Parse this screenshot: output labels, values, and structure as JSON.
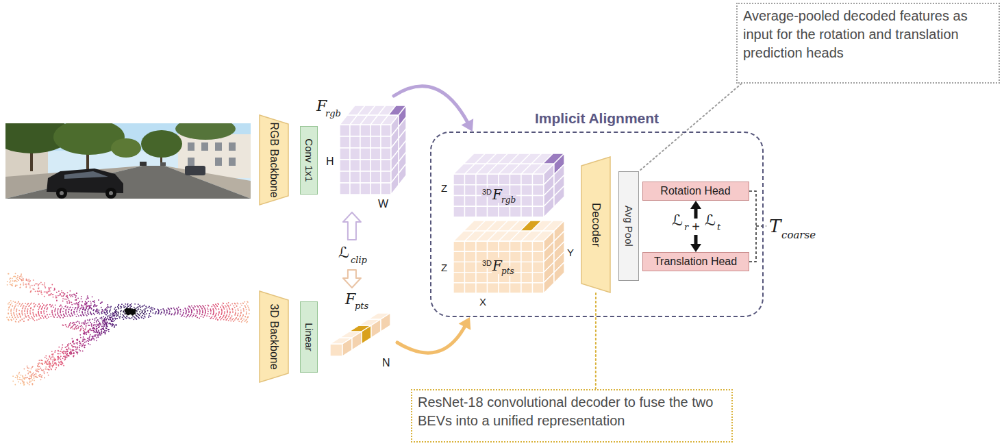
{
  "diagram": {
    "nodes": [
      {
        "text": [
          "RGB Backbone"
        ]
      },
      {
        "text": [
          "Conv 1x1"
        ]
      },
      {
        "text": [
          "F",
          "rgb",
          "H",
          "W"
        ]
      },
      {
        "text": [
          "3D Backbone"
        ]
      },
      {
        "text": [
          "Linear"
        ]
      },
      {
        "text": [
          "F",
          "pts",
          "N"
        ]
      },
      {
        "text": [
          "Implicit Alignment"
        ]
      },
      {
        "text": [
          "3D",
          "F",
          "rgb",
          "Z"
        ],
        "in": 6
      },
      {
        "text": [
          "3D",
          "F",
          "pts",
          "Z",
          "Y",
          "X"
        ],
        "in": 6
      },
      {
        "text": [
          "Decoder"
        ],
        "in": 6
      },
      {
        "text": [
          "Avg Pool"
        ],
        "in": 6
      },
      {
        "text": [
          "Rotation Head"
        ],
        "in": 6
      },
      {
        "text": [
          "Translation Head"
        ],
        "in": 6
      },
      {
        "text": [
          "Average-pooled decoded features as input for the rotation and translation prediction heads"
        ]
      },
      {
        "text": [
          "ResNet-18 convolutional decoder to fuse the two BEVs into a unified representation"
        ]
      }
    ],
    "edges": [
      {
        "from": 2,
        "to": 6,
        "arrow": "to"
      },
      {
        "from": 5,
        "to": 6,
        "arrow": "to"
      },
      {
        "from": 2,
        "to": 5,
        "arrow": "both"
      },
      {
        "from": 11,
        "to": 12,
        "label": "+",
        "arrow": "both"
      },
      {
        "from": 13,
        "to": 10,
        "arrow": "none"
      },
      {
        "from": 14,
        "to": 9,
        "arrow": "none"
      }
    ],
    "labels": [
      "ℒ",
      "clip",
      "ℒ",
      "r",
      "ℒ",
      "t",
      "T",
      "coarse"
    ]
  }
}
